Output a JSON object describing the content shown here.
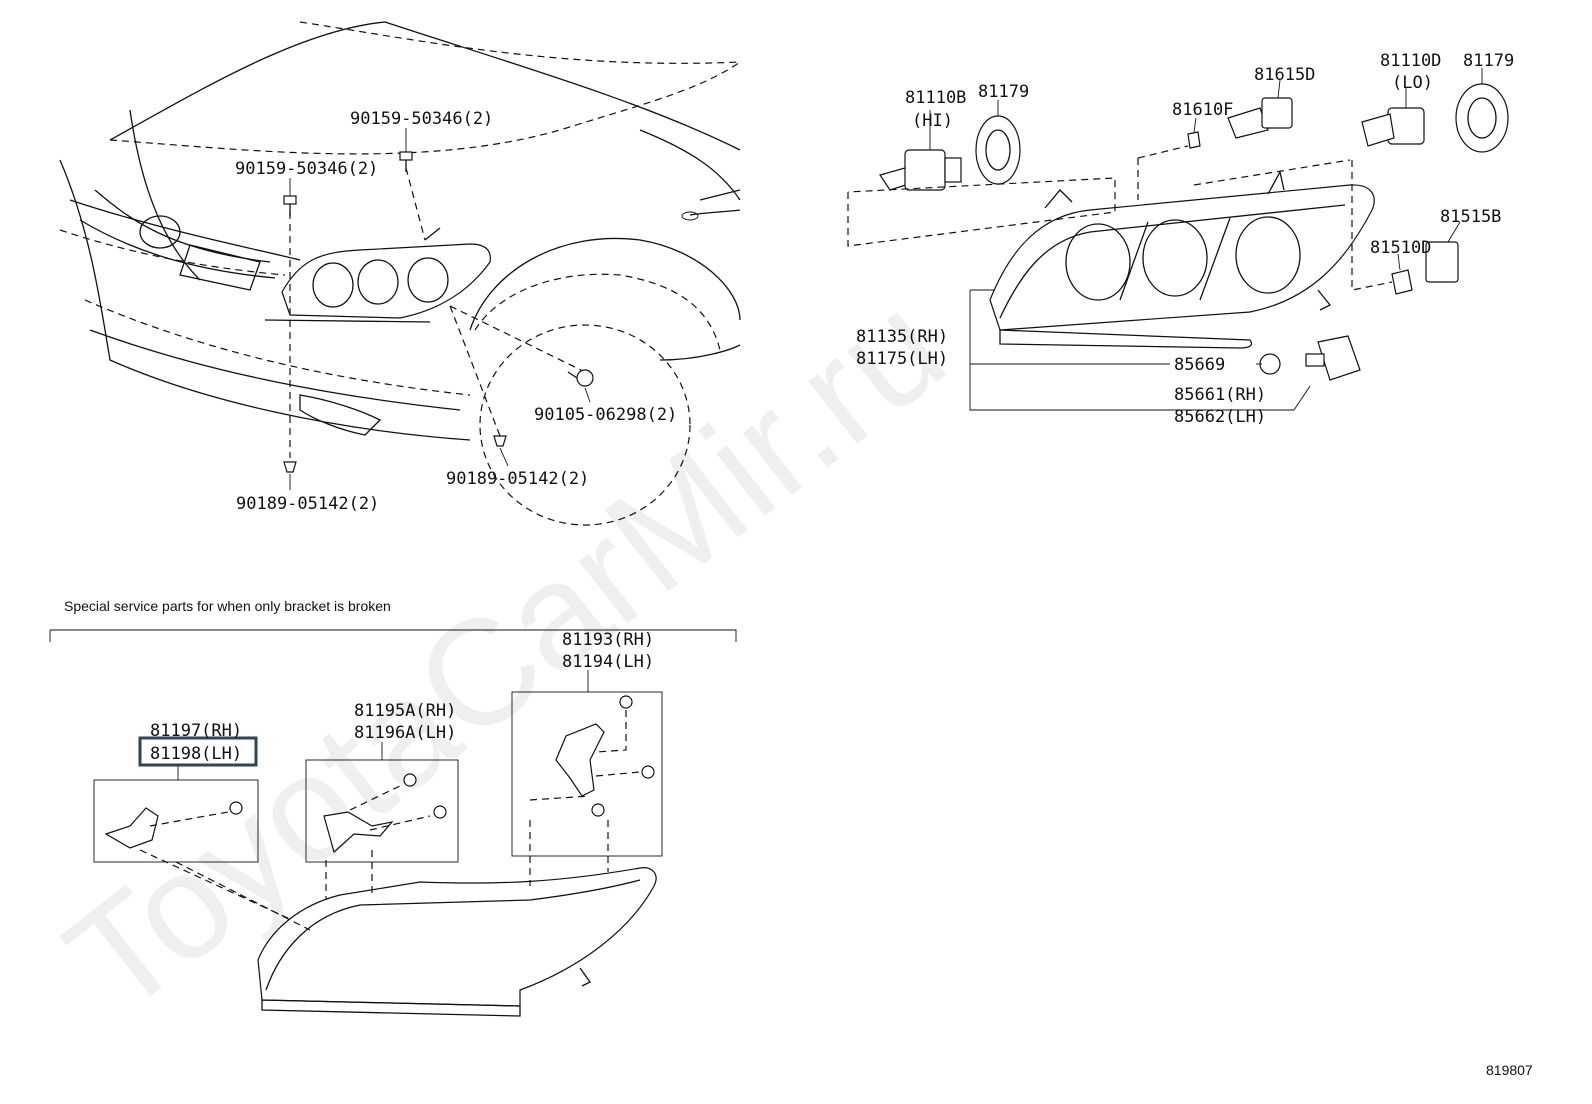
{
  "watermark": "ToyotaCarMir.ru",
  "figure_number": "819807",
  "special_note": "Special service parts for when only bracket is broken",
  "highlight_color": "#2e4656",
  "labels": {
    "p90159_top": "90159-50346(2)",
    "p90159_left": "90159-50346(2)",
    "p90105": "90105-06298(2)",
    "p90189_right": "90189-05142(2)",
    "p90189_left": "90189-05142(2)",
    "p81110b": "81110B",
    "hi": "(HI)",
    "p81179_a": "81179",
    "p81615d": "81615D",
    "p81610f": "81610F",
    "p81110d": "81110D",
    "lo": "(LO)",
    "p81179_b": "81179",
    "p81515b": "81515B",
    "p81510d": "81510D",
    "p81135": "81135(RH)",
    "p81175": "81175(LH)",
    "p85669": "85669",
    "p85661": "85661(RH)",
    "p85662": "85662(LH)",
    "p81193": "81193(RH)",
    "p81194": "81194(LH)",
    "p81195a": "81195A(RH)",
    "p81196a": "81196A(LH)",
    "p81197": "81197(RH)",
    "p81198": "81198(LH)"
  }
}
